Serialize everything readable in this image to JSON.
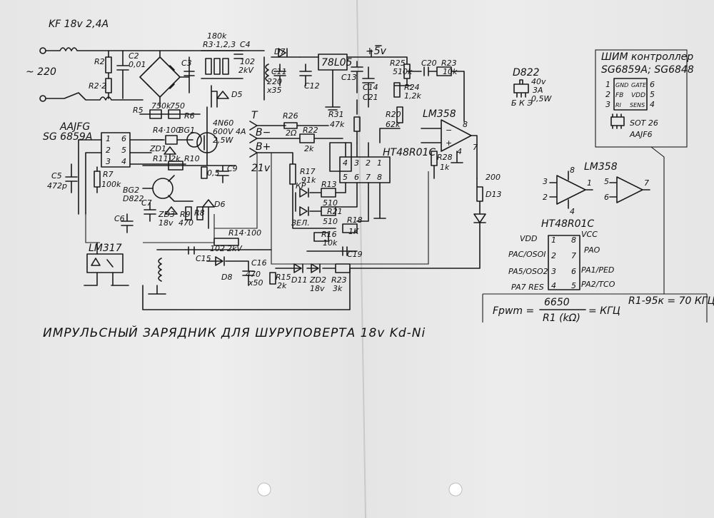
{
  "title": "KF 18v 2,4A",
  "caption": "ИМРУЛЬСНЫЙ ЗАРЯДНИК ДЛЯ ШУРУПОВЕРТА 18v Kd-Ni",
  "mains": "~ 220",
  "main_labels": {
    "r2": "R2",
    "r22": "R2·2",
    "c2": "C2",
    "c2v": "0,01",
    "c3": "C3",
    "r3": "R3·1,2,3",
    "r3v": "180k",
    "c4": "C4",
    "c4v": "102",
    "c4kv": "2kV",
    "d5": "D5",
    "r5": "R5",
    "r5v": "750k",
    "r5v2": "750",
    "r6": "R6",
    "aajfg": "AAJFG",
    "sg": "SG 6859A",
    "r4": "R4·100",
    "bg1": "BG1",
    "q_mos": "4N60",
    "q_mos_v": "600V 4A",
    "q_mos_w": "2,5W",
    "zd1": "ZD1",
    "r11": "R11·2k",
    "r10": "R10",
    "r10v": "0,5",
    "c9": "C9",
    "c5": "C5",
    "c5v": "472p",
    "r7": "R7",
    "r7v": "100k",
    "bg2": "BG2",
    "d822": "D822",
    "c7": "C7",
    "c6": "C6",
    "zd3": "ZD3",
    "zd3v": "18v",
    "r9": "R9",
    "r9v": "470",
    "r8": "R8",
    "d6": "D6",
    "lm317": "LM317",
    "r14": "R14·100",
    "c15": "C15",
    "c15v": "102",
    "c15kv": "2kV",
    "c16": "C16",
    "c16v": "470",
    "c16v2": "x50",
    "d8": "D8",
    "r15": "R15",
    "r15v": "2k",
    "d11": "D11",
    "zd2": "ZD2",
    "zd2v": "18v",
    "r23b": "R23",
    "r23bv": "3k"
  },
  "mid_labels": {
    "d7": "D7",
    "c11": "C11",
    "c11v": "220",
    "c11v2": "x35",
    "c12": "C12",
    "reg": "78L05",
    "c13": "C13",
    "c14": "C14",
    "c21": "C21",
    "p5v": "+5v",
    "r26": "R26",
    "r26v": "2Ω",
    "r22": "R22",
    "r22v": "2k",
    "r31": "R31",
    "r31v": "47k",
    "r17": "R17",
    "r17v": "91k",
    "v21": "21v",
    "t": "T",
    "bminus": "B−",
    "bplus": "B+",
    "r13": "R13",
    "r13v": "510",
    "kp": "КР",
    "r21": "R21",
    "r21v": "510",
    "zel": "ЗЕЛ.",
    "r16": "R16",
    "r16v": "10k",
    "r18": "R18",
    "r18v": "1K",
    "c19": "C19",
    "ht": "HT48R01C",
    "pin4": "4",
    "pin3": "3",
    "pin2": "2",
    "pin1": "1",
    "pin5": "5",
    "pin6": "6",
    "pin7": "7",
    "pin8": "8"
  },
  "right_labels": {
    "r25": "R25",
    "r25v": "510k",
    "c20": "C20",
    "r23": "R23",
    "r23v": "10k",
    "r24": "R24",
    "r24v": "1,2k",
    "r20": "R20",
    "r20v": "62k",
    "lm358": "LM358",
    "r28": "R28",
    "r28v": "1k",
    "r29v": "200",
    "d13": "D13",
    "p8": "8",
    "p4": "4",
    "p7": "7",
    "d822": "D822",
    "d822a": "40v",
    "d822b": "3A",
    "d822c": "0,5W",
    "d822pins": "Б К Э"
  },
  "pwm_box": {
    "title": "ШИМ контроллер",
    "parts": "SG6859A; SG6848",
    "pin1": "1",
    "pin2": "2",
    "pin3": "3",
    "pin4": "4",
    "pin5": "5",
    "pin6": "6",
    "gnd": "GND",
    "gate": "GATE",
    "fb": "FB",
    "vdd": "VDD",
    "ri": "RI",
    "sens": "SENS",
    "sot": "SOT 26",
    "mark": "AAJF6"
  },
  "lm358_box": {
    "title": "LM358",
    "p3": "3",
    "p2": "2",
    "p4": "4",
    "p8": "8",
    "p1": "1",
    "p5": "5",
    "p6": "6",
    "p7": "7"
  },
  "ht_box": {
    "title": "HT48R01C",
    "left": [
      "VDD",
      "PAC/OSOI",
      "PA5/OSO2",
      "PA7 RES"
    ],
    "right": [
      "VCC",
      "PAO",
      "PA1/PED",
      "PA2/TCO"
    ],
    "lpins": [
      "1",
      "2",
      "3",
      "4"
    ],
    "rpins": [
      "8",
      "7",
      "6",
      "5"
    ]
  },
  "formula": {
    "left": "Fpwm =",
    "num": "6650",
    "den": "R1 (kΩ)",
    "right": "= КГЦ",
    "example": "R1-95к = 70 КГЦ"
  }
}
